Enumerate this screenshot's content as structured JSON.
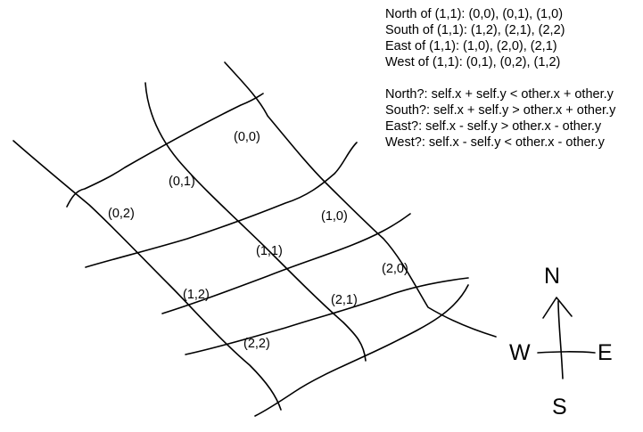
{
  "notes": {
    "relations": [
      "North of (1,1): (0,0), (0,1), (1,0)",
      "South of (1,1): (1,2), (2,1), (2,2)",
      "East of (1,1): (1,0), (2,0), (2,1)",
      "West of (1,1): (0,1), (0,2), (1,2)"
    ],
    "predicates": [
      "North?: self.x + self.y < other.x + other.y",
      "South?: self.x + self.y > other.x + other.y",
      "East?: self.x - self.y > other.x - other.y",
      "West?: self.x - self.y < other.x - other.y"
    ]
  },
  "grid": {
    "cells": [
      "(0,0)",
      "(0,1)",
      "(0,2)",
      "(1,0)",
      "(1,1)",
      "(1,2)",
      "(2,0)",
      "(2,1)",
      "(2,2)"
    ]
  },
  "compass": {
    "north": "N",
    "south": "S",
    "east": "E",
    "west": "W"
  }
}
